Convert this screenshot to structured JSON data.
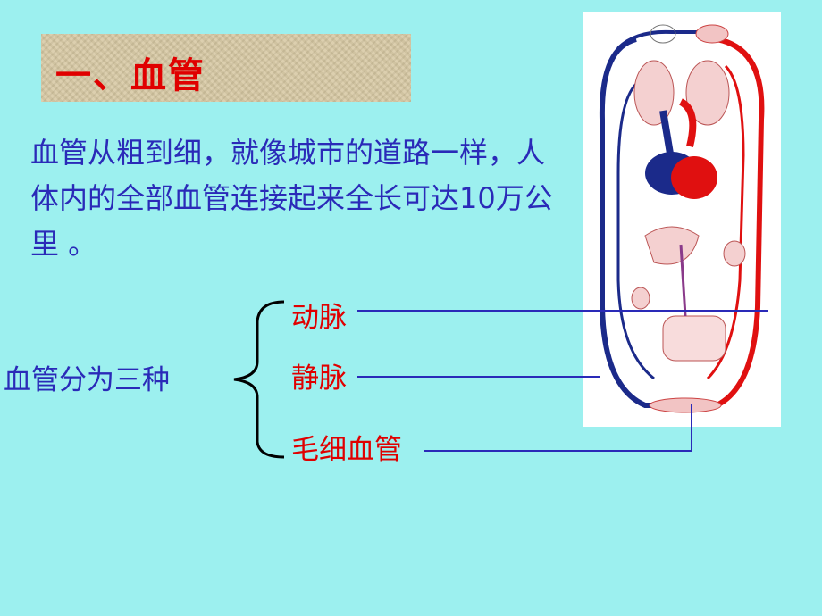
{
  "title": "一、血管",
  "description": "血管从粗到细，就像城市的道路一样，人体内的全部血管连接起来全长可达10万公里 。",
  "classification": {
    "label": "血管分为三种",
    "items": [
      "动脉",
      "静脉",
      "毛细血管"
    ]
  },
  "colors": {
    "background": "#9cf0ef",
    "title_box": "#d7c8a3",
    "title_text": "#e00000",
    "body_text": "#2a2ab8",
    "artery": "#e01010",
    "vein": "#1b2a8a"
  }
}
